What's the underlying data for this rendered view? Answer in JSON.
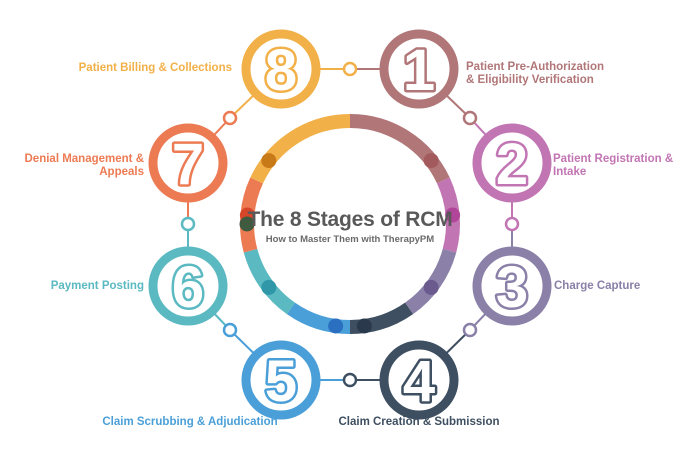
{
  "center": {
    "title": "The 8 Stages of RCM",
    "subtitle": "How to Master Them with TherapyPM"
  },
  "stages": [
    {
      "number": "1",
      "label_lines": [
        "Patient Pre-Authorization",
        "& Eligibility Verification"
      ],
      "color": "#b07678"
    },
    {
      "number": "2",
      "label_lines": [
        "Patient Registration &",
        "Intake"
      ],
      "color": "#c275b3"
    },
    {
      "number": "3",
      "label_lines": [
        "Charge Capture"
      ],
      "color": "#8a80a8"
    },
    {
      "number": "4",
      "label_lines": [
        "Claim Creation & Submission"
      ],
      "color": "#3e4f61"
    },
    {
      "number": "5",
      "label_lines": [
        "Claim Scrubbing & Adjudication"
      ],
      "color": "#4a9fd8"
    },
    {
      "number": "6",
      "label_lines": [
        "Payment Posting"
      ],
      "color": "#5bb9c1"
    },
    {
      "number": "7",
      "label_lines": [
        "Denial Management &",
        "Appeals"
      ],
      "color": "#ec7b54"
    },
    {
      "number": "8",
      "label_lines": [
        "Patient Billing & Collections"
      ],
      "color": "#f2b048"
    }
  ]
}
